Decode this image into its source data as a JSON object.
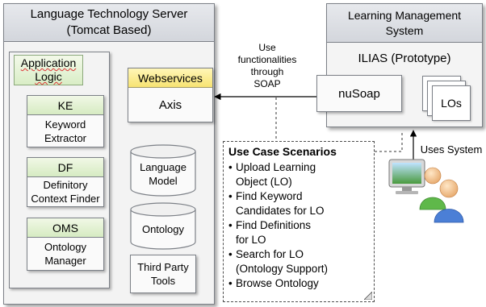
{
  "language_technology_server": {
    "title_line1": "Language Technology Server",
    "title_line2": "(Tomcat Based)",
    "application_logic": {
      "line1": "Application",
      "line2": "Logic"
    },
    "modules": [
      {
        "abbr": "KE",
        "name_line1": "Keyword",
        "name_line2": "Extractor"
      },
      {
        "abbr": "DF",
        "name_line1": "Definitory",
        "name_line2": "Context Finder"
      },
      {
        "abbr": "OMS",
        "name_line1": "Ontology",
        "name_line2": "Manager"
      }
    ],
    "webservices": {
      "header": "Webservices",
      "name": "Axis"
    },
    "resources": {
      "language_model_line1": "Language",
      "language_model_line2": "Model",
      "ontology": "Ontology",
      "third_party_line1": "Third Party",
      "third_party_line2": "Tools"
    }
  },
  "soap_label": {
    "line1": "Use",
    "line2": "functionalities",
    "line3": "through",
    "line4": "SOAP"
  },
  "lms": {
    "title_line1": "Learning Management",
    "title_line2": "System",
    "subtitle": "ILIAS (Prototype)",
    "nusoap": "nuSoap",
    "los": "LOs"
  },
  "use_case_scenarios": {
    "title": "Use Case Scenarios",
    "items": [
      {
        "line1": "Upload Learning",
        "line2": "Object (LO)"
      },
      {
        "line1": "Find Keyword",
        "line2": "Candidates for LO"
      },
      {
        "line1": "Find Definitions",
        "line2": "for LO"
      },
      {
        "line1": "Search for LO",
        "line2": "(Ontology Support)"
      },
      {
        "line1": "Browse Ontology",
        "line2": ""
      }
    ]
  },
  "user": {
    "label": "Uses System"
  },
  "colors": {
    "header_gray": "#d9dce1",
    "app_logic_green": "#dff0cf",
    "webservices_yellow": "#fbec8c",
    "border_gray": "#7c8087"
  }
}
